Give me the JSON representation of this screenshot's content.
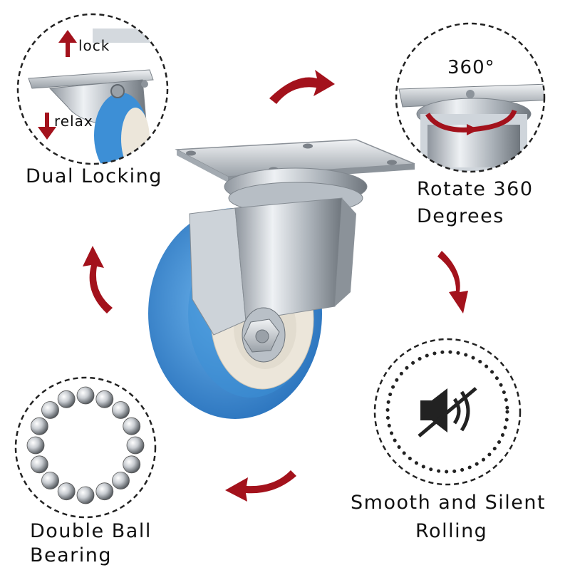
{
  "features": {
    "dual_locking": {
      "label": "Dual Locking",
      "lock_text": "lock",
      "relax_text": "relax"
    },
    "rotate": {
      "label_line1": "Rotate 360",
      "label_line2": "Degrees",
      "badge_text": "360°"
    },
    "silent": {
      "label_line1": "Smooth and Silent",
      "label_line2": "Rolling"
    },
    "bearing": {
      "label_line1": "Double Ball",
      "label_line2": "Bearing"
    }
  },
  "colors": {
    "arrow": "#a3121c",
    "wheel_blue": "#3d8fd6",
    "hub_cream": "#ece6da",
    "steel": "#c9cfd6",
    "dashed_circle": "#222222"
  },
  "icons": {
    "mute": "speaker-muted-icon",
    "up": "arrow-up-icon",
    "down": "arrow-down-icon"
  }
}
